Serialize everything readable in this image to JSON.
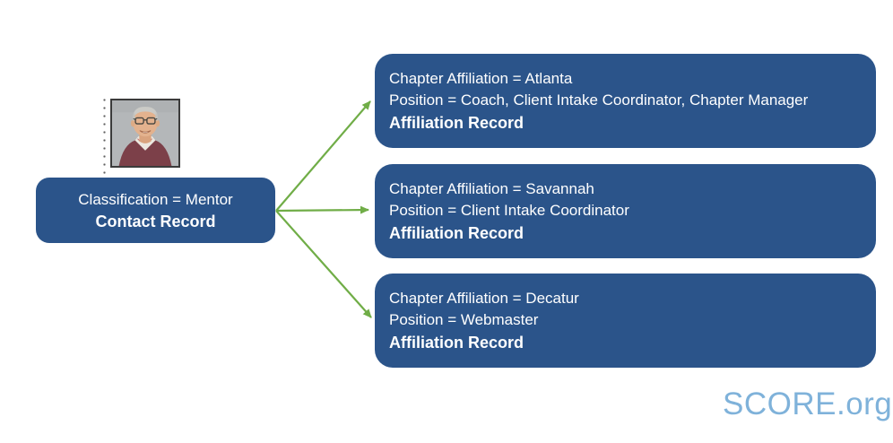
{
  "colors": {
    "box_blue": "#2b548a",
    "arrow_green": "#70ad47",
    "logo_blue": "#7fb2da",
    "text_white": "#ffffff",
    "photo_border": "#3b3b3b"
  },
  "contact_card": {
    "classification": "Classification = Mentor",
    "record_label": "Contact Record"
  },
  "photo": {
    "description": "mentor-headshot"
  },
  "affiliation_cards": [
    {
      "chapter": "Chapter Affiliation = Atlanta",
      "position": "Position = Coach, Client Intake Coordinator, Chapter Manager",
      "record_label": "Affiliation Record"
    },
    {
      "chapter": "Chapter Affiliation = Savannah",
      "position": "Position = Client Intake Coordinator",
      "record_label": "Affiliation Record"
    },
    {
      "chapter": "Chapter Affiliation = Decatur",
      "position": "Position = Webmaster",
      "record_label": "Affiliation Record"
    }
  ],
  "logo": {
    "text": "SCORE.org"
  }
}
